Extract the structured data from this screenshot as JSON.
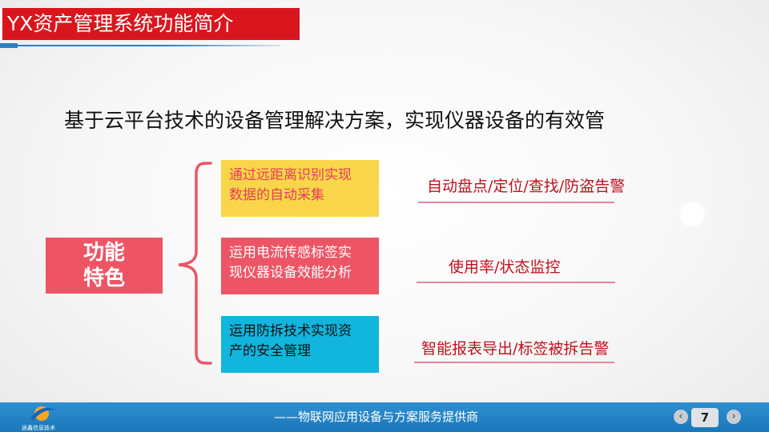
{
  "header": {
    "title": "YX资产管理系统功能简介"
  },
  "headline": "基于云平台技术的设备管理解决方案，实现仪器设备的有效管",
  "features": {
    "label_line1": "功能",
    "label_line2": "特色",
    "cards": [
      {
        "line1": "通过远距离识别实现",
        "line2": "数据的自动采集"
      },
      {
        "line1": "运用电流传感标签实",
        "line2": "现仪器设备效能分析"
      },
      {
        "line1": "运用防拆技术实现资",
        "line2": "产的安全管理"
      }
    ],
    "results": [
      "自动盘点/定位/查找/防盗告警",
      "使用率/状态监控",
      "智能报表导出/标签被拆告警"
    ]
  },
  "footer": {
    "tagline": "——物联网应用设备与方案服务提供商",
    "logo_text": "途鑫信息技术",
    "prev_icon": "chevron-left-icon",
    "next_icon": "chevron-right-icon",
    "page_number": "7"
  },
  "colors": {
    "title_red": "#d9161e",
    "feature_pink": "#ed5565",
    "card_yellow": "#f9d649",
    "card_cyan": "#12b5dd",
    "footer_blue": "#1a78bb",
    "result_red": "#c0111c"
  }
}
